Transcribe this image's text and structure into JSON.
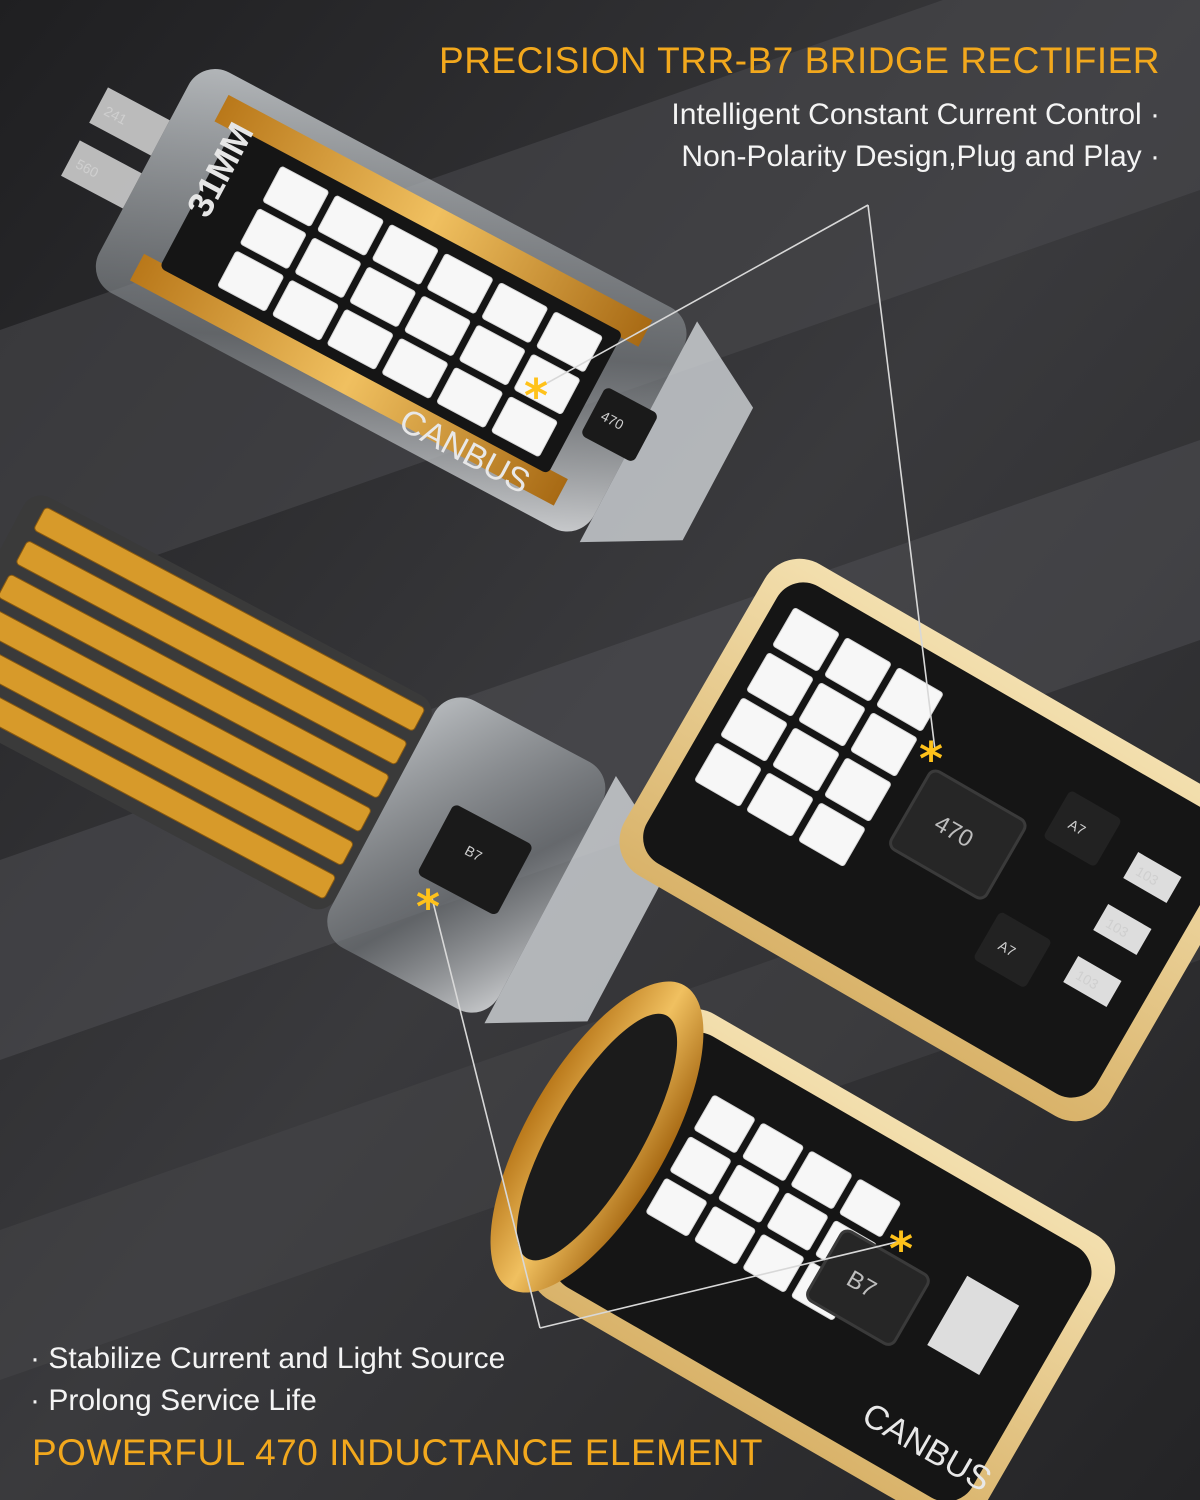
{
  "headline_top": "PRECISION TRR-B7 BRIDGE RECTIFIER",
  "features_top": [
    "Intelligent Constant Current Control",
    "Non-Polarity Design,Plug and Play"
  ],
  "features_bottom": [
    "Stabilize Current and Light Source",
    "Prolong Service Life"
  ],
  "headline_bottom": "POWERFUL 470 INDUCTANCE ELEMENT",
  "product_labels": {
    "festoon_size": "31MM",
    "canbus": "CANBUS",
    "inductor_code": "470",
    "rectifier_code": "A7",
    "rectifier_code_b7": "B7",
    "resistor_code": "103",
    "chip_code_a": "241",
    "chip_code_b": "560"
  },
  "marker_symbol": "*",
  "colors": {
    "accent": "#f2a81d",
    "marker": "#ffc21a",
    "background": "#2a2a2c",
    "heatsink_gold": "#d79a2a",
    "pcb_black": "#151515",
    "led_white": "#f7f7f7"
  }
}
